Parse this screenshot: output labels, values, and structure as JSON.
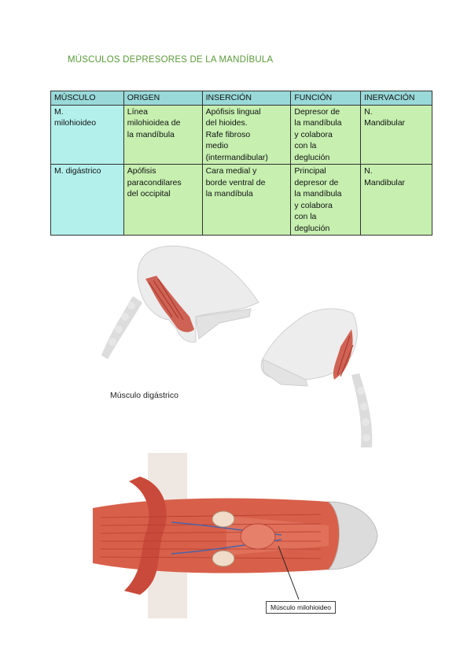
{
  "page": {
    "title": "MÚSCULOS DEPRESORES DE LA MANDÍBULA"
  },
  "table": {
    "headers": [
      "MÚSCULO",
      "ORIGEN",
      "INSERCIÓN",
      "FUNCIÓN",
      "INERVACIÓN"
    ],
    "rows": [
      [
        "M.\nmilohioideo",
        "Línea\nmilohioidea de\nla mandíbula",
        "Apófisis lingual\ndel hioides.\nRafe fibroso\nmedio\n(intermandibular)",
        "Depresor de\nla mandíbula\ny colabora\ncon la\ndeglución",
        "N.\nMandibular"
      ],
      [
        "M. digástrico",
        "Apófisis\nparacondilares\ndel occipital",
        "Cara medial y\nborde ventral de\nla mandíbula",
        "Principal\ndepresor de\nla mandíbula\ny colabora\ncon la\ndeglución",
        "N.\nMandibular"
      ]
    ]
  },
  "figures": {
    "digastric_caption": "Músculo digástrico",
    "mylohyoid_caption": "Músculo milohioideo"
  },
  "colors": {
    "title": "#5a9a3a",
    "header_bg": "#99d9d9",
    "first_col_bg": "#b3f0ec",
    "cell_bg": "#c6efb0",
    "muscle": "#c94a3a"
  }
}
